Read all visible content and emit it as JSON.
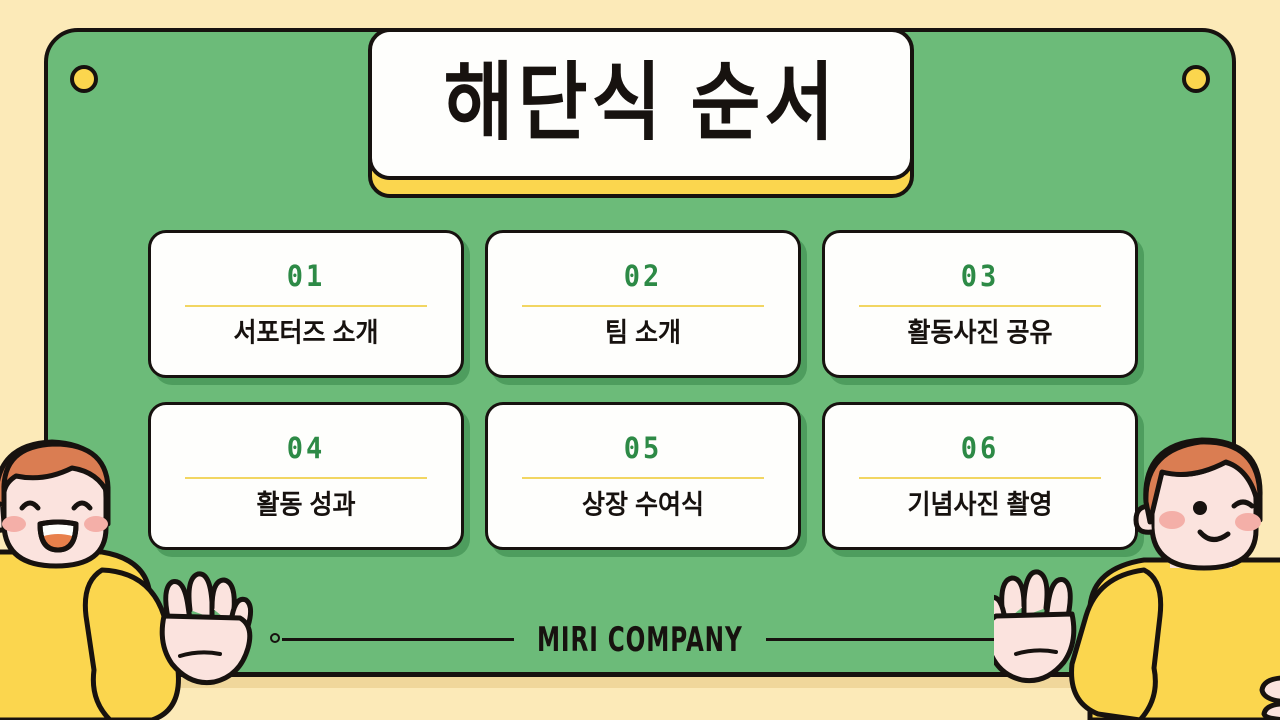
{
  "slide": {
    "title": "해단식 순서",
    "footer_brand": "MIRI COMPANY",
    "background_color": "#FCEAB8",
    "board_color": "#6CBB79",
    "accent_yellow": "#FBD64E",
    "number_green": "#2D8A46",
    "outline_color": "#17120F"
  },
  "agenda": {
    "items": [
      {
        "number": "01",
        "label": "서포터즈 소개"
      },
      {
        "number": "02",
        "label": "팀 소개"
      },
      {
        "number": "03",
        "label": "활동사진 공유"
      },
      {
        "number": "04",
        "label": "활동 성과"
      },
      {
        "number": "05",
        "label": "상장 수여식"
      },
      {
        "number": "06",
        "label": "기념사진 촬영"
      }
    ]
  },
  "decorations": {
    "pin_left": "yellow-pin",
    "pin_right": "yellow-pin",
    "character_left": "waving-person-orange-hair-yellow-sweater",
    "character_right": "winking-person-orange-hair-yellow-sweater"
  }
}
